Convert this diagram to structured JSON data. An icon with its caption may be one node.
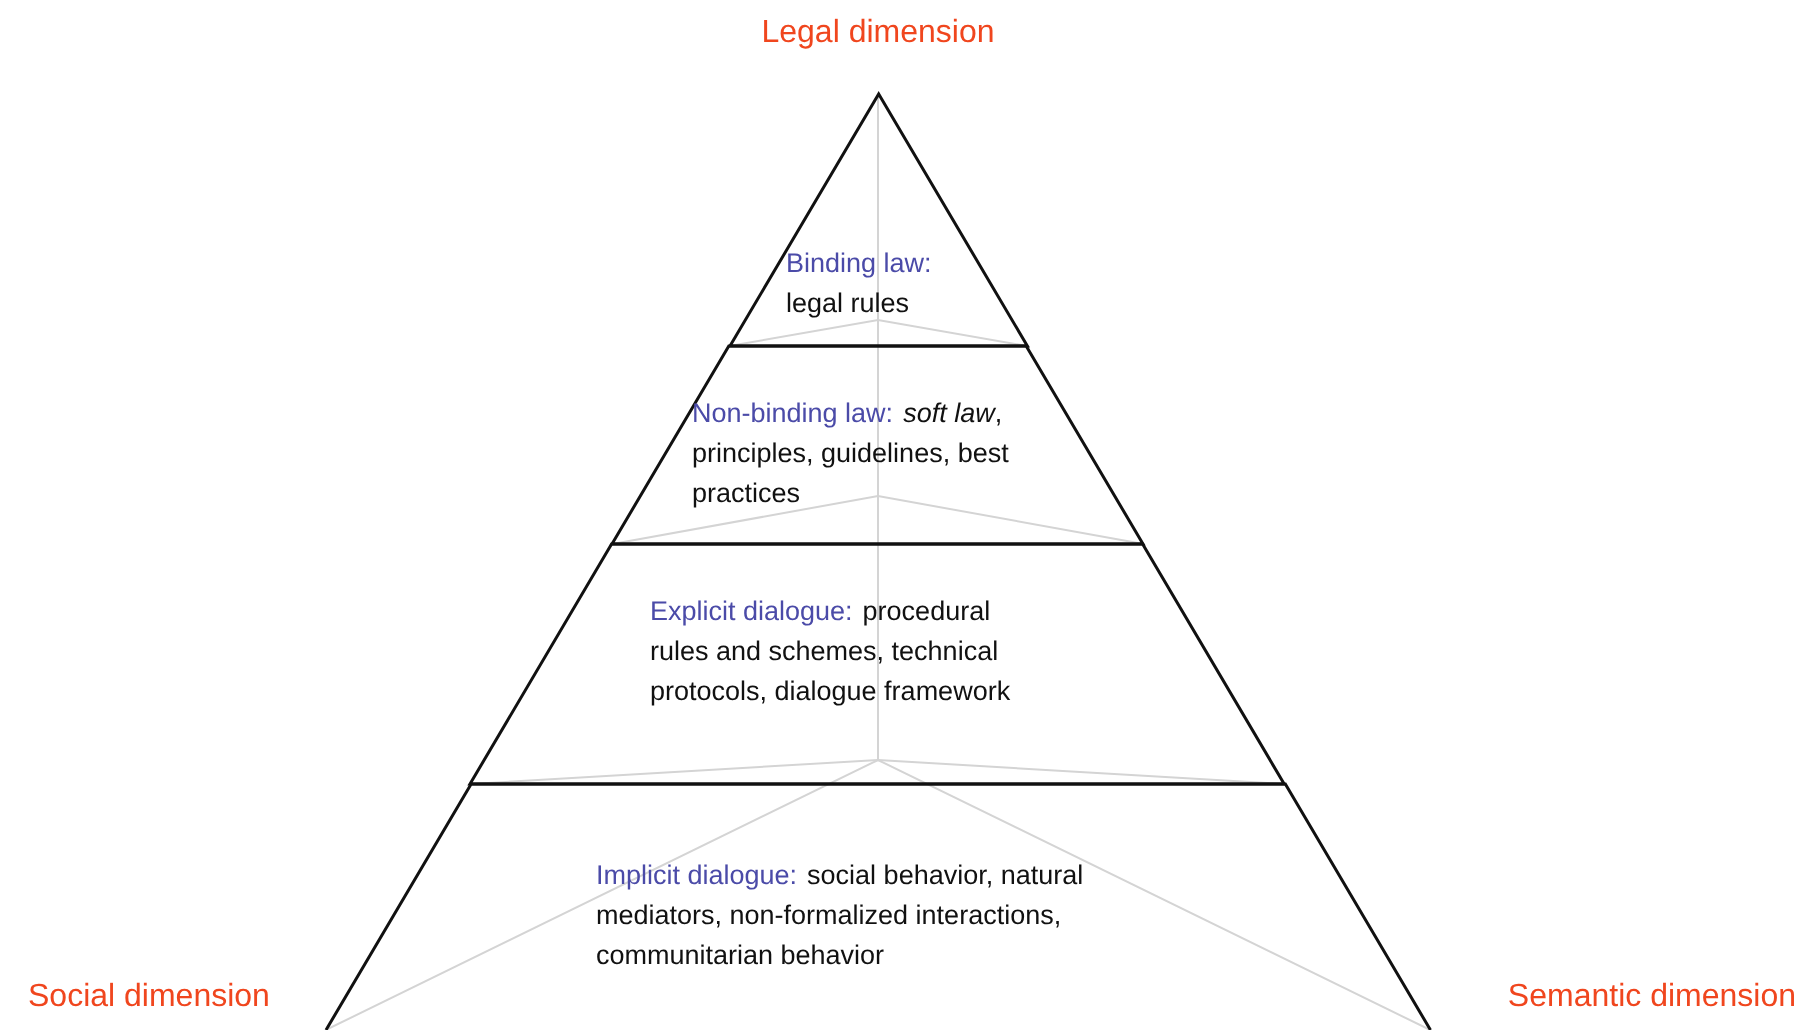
{
  "diagram": {
    "title": "Legal dimension",
    "nodes": [
      {
        "text": [
          "Binding law:",
          "legal rules"
        ]
      },
      {
        "text": [
          "Non-binding law:",
          "*soft law*, principles, guidelines, best practices"
        ]
      },
      {
        "text": [
          "Explicit dialogue:",
          "procedural rules and schemes, technical protocols, dialogue framework"
        ]
      },
      {
        "text": [
          "Implicit dialogue:",
          "social behavior, natural mediators, non-formalized interactions, communitarian behavior"
        ]
      }
    ],
    "labels": [
      "Social dimension",
      "Semantic dimension"
    ]
  }
}
